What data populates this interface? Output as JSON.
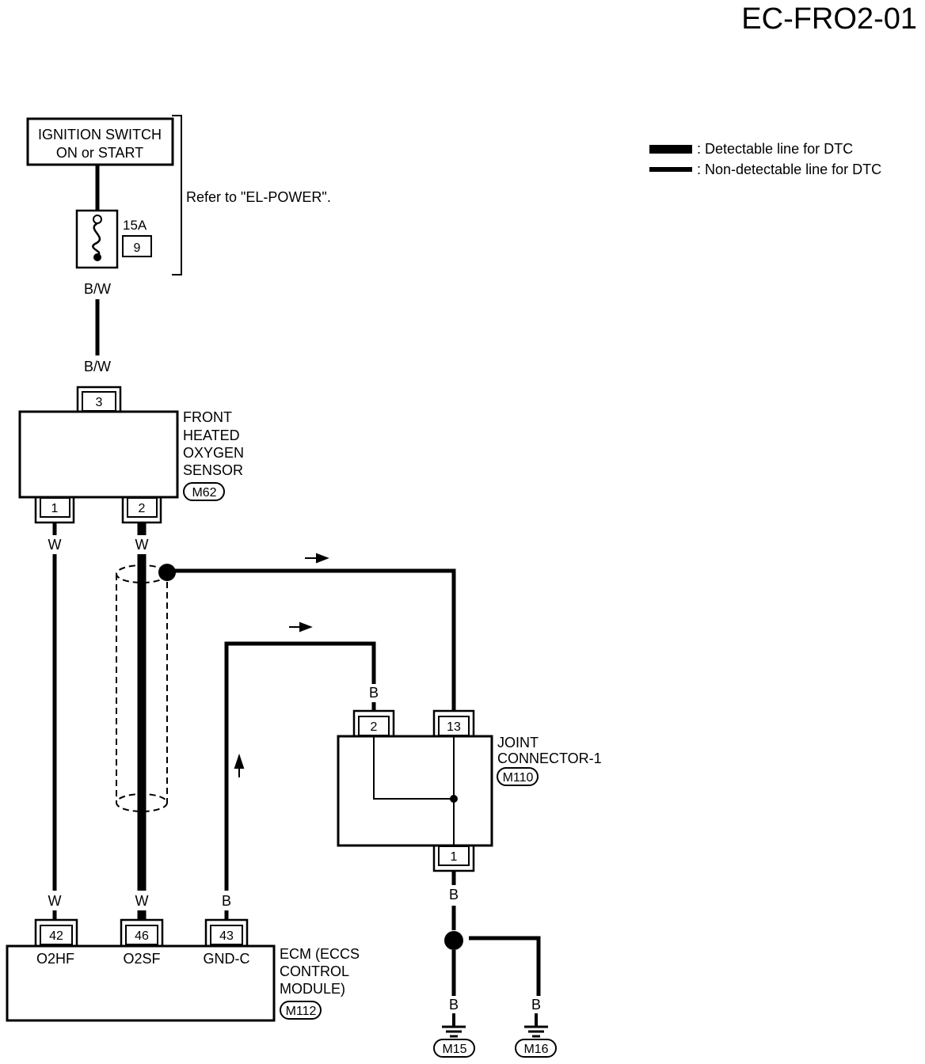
{
  "diagram_id": "EC-FRO2-01",
  "legend": {
    "detectable": ": Detectable line for DTC",
    "non_detectable": ": Non-detectable line for DTC"
  },
  "power": {
    "switch_line1": "IGNITION SWITCH",
    "switch_line2": "ON or START",
    "refer": "Refer to \"EL-POWER\".",
    "fuse_rating": "15A",
    "fuse_number": "9",
    "wire_top": "B/W",
    "wire_bottom": "B/W"
  },
  "sensor": {
    "name_lines": [
      "FRONT",
      "HEATED",
      "OXYGEN",
      "SENSOR"
    ],
    "connector": "M62",
    "pin_top": "3",
    "pin_left": "1",
    "pin_right": "2",
    "wire_left": "W",
    "wire_right": "W"
  },
  "joint": {
    "name_lines": [
      "JOINT",
      "CONNECTOR-1"
    ],
    "connector": "M110",
    "pin_left": "2",
    "pin_right": "13",
    "pin_bottom": "1",
    "wire_in": "B",
    "wire_out": "B"
  },
  "ecm": {
    "name_lines": [
      "ECM (ECCS",
      "CONTROL",
      "MODULE)"
    ],
    "connector": "M112",
    "pins": [
      {
        "num": "42",
        "label": "O2HF",
        "wire": "W"
      },
      {
        "num": "46",
        "label": "O2SF",
        "wire": "W"
      },
      {
        "num": "43",
        "label": "GND-C",
        "wire": "B"
      }
    ]
  },
  "grounds": [
    {
      "wire": "B",
      "connector": "M15"
    },
    {
      "wire": "B",
      "connector": "M16"
    }
  ]
}
